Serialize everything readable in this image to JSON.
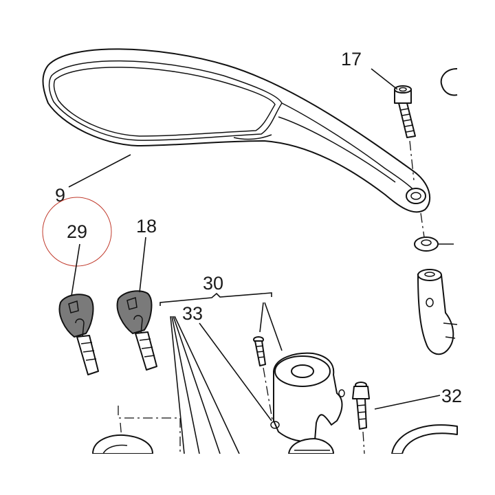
{
  "diagram": {
    "callouts": {
      "c9": "9",
      "c17": "17",
      "c18": "18",
      "c29": "29",
      "c30": "30",
      "c33": "33",
      "c32": "32"
    },
    "colors": {
      "line": "#111111",
      "key_head": "#7a7a7a",
      "highlight_circle": "#c0392b"
    }
  }
}
